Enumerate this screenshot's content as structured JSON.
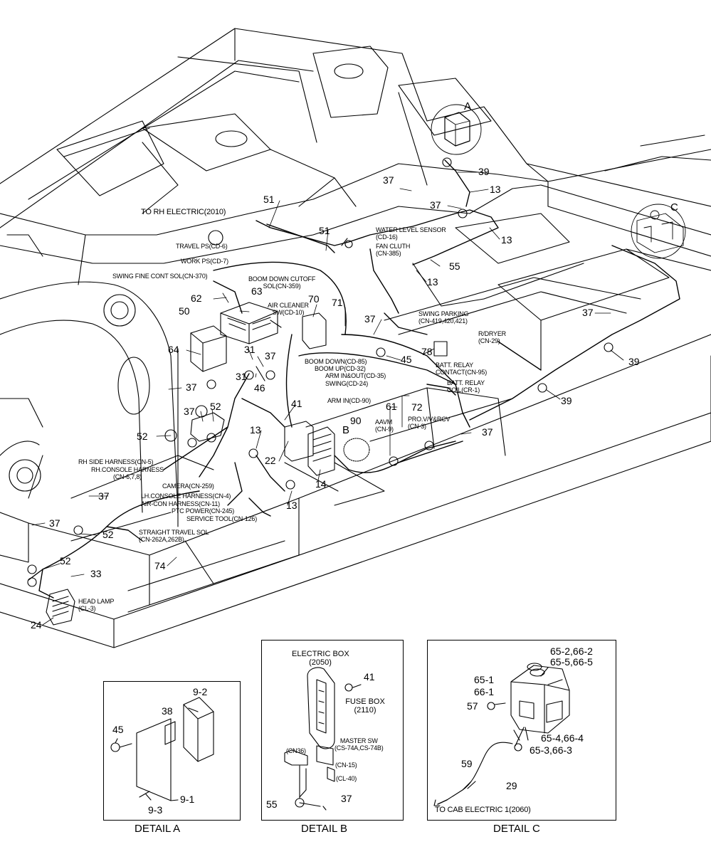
{
  "callouts": [
    {
      "id": "A",
      "text": "A"
    },
    {
      "id": "C",
      "text": "C"
    },
    {
      "id": "B",
      "text": "B"
    },
    {
      "id": "n39a",
      "text": "39"
    },
    {
      "id": "n37a",
      "text": "37"
    },
    {
      "id": "n13a",
      "text": "13"
    },
    {
      "id": "n37b",
      "text": "37"
    },
    {
      "id": "n51a",
      "text": "51"
    },
    {
      "id": "n51b",
      "text": "51"
    },
    {
      "id": "n13b",
      "text": "13"
    },
    {
      "id": "n55a",
      "text": "55"
    },
    {
      "id": "n13c",
      "text": "13"
    },
    {
      "id": "n62",
      "text": "62"
    },
    {
      "id": "n63",
      "text": "63"
    },
    {
      "id": "n50",
      "text": "50"
    },
    {
      "id": "n70",
      "text": "70"
    },
    {
      "id": "n71",
      "text": "71"
    },
    {
      "id": "n37c",
      "text": "37"
    },
    {
      "id": "n78",
      "text": "78"
    },
    {
      "id": "n45a",
      "text": "45"
    },
    {
      "id": "n37d",
      "text": "37"
    },
    {
      "id": "n39b",
      "text": "39"
    },
    {
      "id": "n64",
      "text": "64"
    },
    {
      "id": "n31a",
      "text": "31"
    },
    {
      "id": "n37e",
      "text": "37"
    },
    {
      "id": "n31b",
      "text": "31"
    },
    {
      "id": "n46",
      "text": "46"
    },
    {
      "id": "n39c",
      "text": "39"
    },
    {
      "id": "n37f",
      "text": "37"
    },
    {
      "id": "n52a",
      "text": "52"
    },
    {
      "id": "n37g",
      "text": "37"
    },
    {
      "id": "n41a",
      "text": "41"
    },
    {
      "id": "n61",
      "text": "61"
    },
    {
      "id": "n72",
      "text": "72"
    },
    {
      "id": "n90",
      "text": "90"
    },
    {
      "id": "n37h",
      "text": "37"
    },
    {
      "id": "n52b",
      "text": "52"
    },
    {
      "id": "n13d",
      "text": "13"
    },
    {
      "id": "n22",
      "text": "22"
    },
    {
      "id": "n14",
      "text": "14"
    },
    {
      "id": "n37i",
      "text": "37"
    },
    {
      "id": "n13e",
      "text": "13"
    },
    {
      "id": "n37j",
      "text": "37"
    },
    {
      "id": "n52c",
      "text": "52"
    },
    {
      "id": "n52d",
      "text": "52"
    },
    {
      "id": "n33",
      "text": "33"
    },
    {
      "id": "n74",
      "text": "74"
    },
    {
      "id": "n24",
      "text": "24"
    }
  ],
  "labels": [
    {
      "id": "to_rh_electric",
      "lines": [
        "TO RH ELECTRIC(2010)"
      ]
    },
    {
      "id": "travel_ps",
      "lines": [
        "TRAVEL PS(CD-6)"
      ]
    },
    {
      "id": "work_ps",
      "lines": [
        "WORK PS(CD-7)"
      ]
    },
    {
      "id": "swing_fine",
      "lines": [
        "SWING FINE CONT SOL(CN-370)"
      ]
    },
    {
      "id": "boom_cutoff",
      "lines": [
        "BOOM DOWN CUTOFF",
        "SOL(CN-359)"
      ]
    },
    {
      "id": "water_level",
      "lines": [
        "WATER LEVEL SENSOR",
        "(CD-16)"
      ]
    },
    {
      "id": "fan_cluth",
      "lines": [
        "FAN CLUTH",
        "(CN-385)"
      ]
    },
    {
      "id": "air_cleaner",
      "lines": [
        "AIR CLEANER",
        "SW(CD-10)"
      ]
    },
    {
      "id": "swing_parking",
      "lines": [
        "SWING PARKING",
        "(CN-419,420,421)"
      ]
    },
    {
      "id": "r_dryer",
      "lines": [
        "R/DRYER",
        "(CN-29)"
      ]
    },
    {
      "id": "boom_down",
      "lines": [
        "BOOM DOWN(CD-85)"
      ]
    },
    {
      "id": "boom_up",
      "lines": [
        "BOOM UP(CD-32)"
      ]
    },
    {
      "id": "arm_inout",
      "lines": [
        "ARM IN&OUT(CD-35)"
      ]
    },
    {
      "id": "swing_cd24",
      "lines": [
        "SWING(CD-24)"
      ]
    },
    {
      "id": "batt_contact",
      "lines": [
        "BATT. RELAY",
        "CONTACT(CN-95)"
      ]
    },
    {
      "id": "batt_coil",
      "lines": [
        "BATT. RELAY",
        "COIL(CR-1)"
      ]
    },
    {
      "id": "arm_in",
      "lines": [
        "ARM IN(CD-90)"
      ]
    },
    {
      "id": "aavm",
      "lines": [
        "AAVM",
        "(CN-9)"
      ]
    },
    {
      "id": "pro_v",
      "lines": [
        "PRO.V/V&RCV",
        "(CN-3)"
      ]
    },
    {
      "id": "rh_side",
      "lines": [
        "RH SIDE HARNESS(CN-5)"
      ]
    },
    {
      "id": "rh_console",
      "lines": [
        "RH.CONSOLE HARNESS",
        "(CN-6,7,8)"
      ]
    },
    {
      "id": "camera",
      "lines": [
        "CAMERA(CN-259)"
      ]
    },
    {
      "id": "lh_console",
      "lines": [
        "LH.CONSOLE HARNESS(CN-4)"
      ]
    },
    {
      "id": "aircon",
      "lines": [
        "AIR-CON  HARNESS(CN-11)"
      ]
    },
    {
      "id": "ptc",
      "lines": [
        "PTC POWER(CN-245)"
      ]
    },
    {
      "id": "service_tool",
      "lines": [
        "SERVICE TOOL(CN-126)"
      ]
    },
    {
      "id": "straight_travel",
      "lines": [
        "STRAIGHT TRAVEL SOL",
        "(CN-262A,262B)"
      ]
    },
    {
      "id": "head_lamp",
      "lines": [
        "HEAD LAMP",
        "(CL-3)"
      ]
    }
  ],
  "detail_a": {
    "caption": "DETAIL A",
    "numbers": [
      {
        "id": "da92",
        "text": "9-2"
      },
      {
        "id": "da38",
        "text": "38"
      },
      {
        "id": "da45",
        "text": "45"
      },
      {
        "id": "da91",
        "text": "9-1"
      },
      {
        "id": "da93",
        "text": "9-3"
      }
    ]
  },
  "detail_b": {
    "caption": "DETAIL B",
    "electric_box": [
      "ELECTRIC BOX",
      "(2050)"
    ],
    "fuse_box": [
      "FUSE BOX",
      "(2110)"
    ],
    "master_sw": [
      "MASTER SW",
      "(CS-74A,CS-74B)"
    ],
    "cn36": "(CN36)",
    "cn15": "(CN-15)",
    "cl40": "(CL-40)",
    "numbers": [
      {
        "id": "db41",
        "text": "41"
      },
      {
        "id": "db55",
        "text": "55"
      },
      {
        "id": "db37",
        "text": "37"
      }
    ]
  },
  "detail_c": {
    "caption": "DETAIL C",
    "to_cab": "TO CAB ELECTRIC 1(2060)",
    "numbers": [
      {
        "id": "dc652",
        "text": "65-2,66-2"
      },
      {
        "id": "dc655",
        "text": "65-5,66-5"
      },
      {
        "id": "dc651",
        "text": "65-1"
      },
      {
        "id": "dc661",
        "text": "66-1"
      },
      {
        "id": "dc57",
        "text": "57"
      },
      {
        "id": "dc654",
        "text": "65-4,66-4"
      },
      {
        "id": "dc653",
        "text": "65-3,66-3"
      },
      {
        "id": "dc59",
        "text": "59"
      },
      {
        "id": "dc29",
        "text": "29"
      }
    ]
  }
}
